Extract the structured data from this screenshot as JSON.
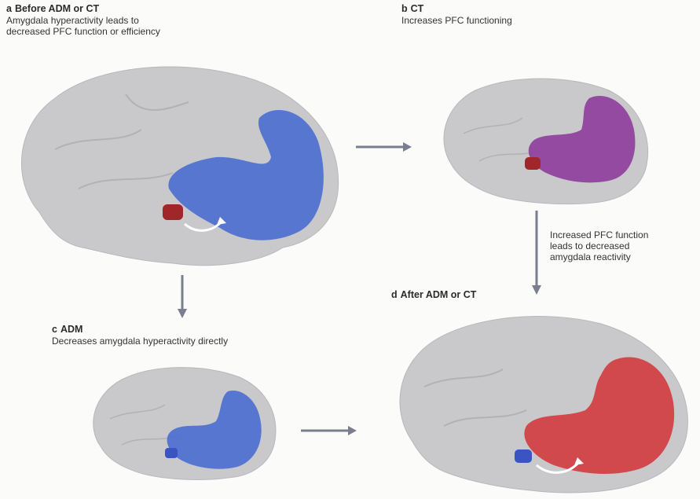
{
  "panels": {
    "a": {
      "letter": "a",
      "title": "Before ADM or CT",
      "description_line1": "Amygdala hyperactivity leads to",
      "description_line2": "decreased PFC function or efficiency"
    },
    "b": {
      "letter": "b",
      "title": "CT",
      "description_line1": "Increases PFC functioning"
    },
    "c": {
      "letter": "c",
      "title": "ADM",
      "description_line1": "Decreases amygdala hyperactivity directly"
    },
    "d": {
      "letter": "d",
      "title": "After ADM or CT"
    }
  },
  "arrow_note": "Increased PFC function\nleads to decreased\namygdala reactivity",
  "colors": {
    "brain": "#c9c9cc",
    "pfc_blue": "#4d6fd0",
    "pfc_purple": "#8e3f9c",
    "pfc_red": "#d23b3f",
    "amygdala_red": "#a0262a",
    "amygdala_blue": "#3a54c4",
    "arrow": "#7a7f8f"
  }
}
